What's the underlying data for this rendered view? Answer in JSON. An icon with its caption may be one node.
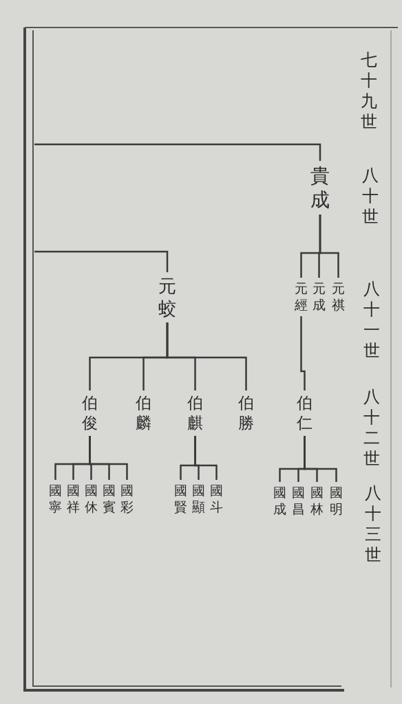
{
  "diagram": {
    "nodes": [
      {
        "text": [
          "貴成"
        ]
      },
      {
        "text": [
          "元蛟"
        ]
      },
      {
        "text": [
          "元經"
        ]
      },
      {
        "text": [
          "元成"
        ]
      },
      {
        "text": [
          "元祺"
        ]
      },
      {
        "text": [
          "伯俊"
        ]
      },
      {
        "text": [
          "伯麟"
        ]
      },
      {
        "text": [
          "伯麒"
        ]
      },
      {
        "text": [
          "伯勝"
        ]
      },
      {
        "text": [
          "伯仁"
        ]
      },
      {
        "text": [
          "國寧"
        ]
      },
      {
        "text": [
          "國祥"
        ]
      },
      {
        "text": [
          "國休"
        ]
      },
      {
        "text": [
          "國賓"
        ]
      },
      {
        "text": [
          "國彩"
        ]
      },
      {
        "text": [
          "國賢"
        ]
      },
      {
        "text": [
          "國顯"
        ]
      },
      {
        "text": [
          "國斗"
        ]
      },
      {
        "text": [
          "國成"
        ]
      },
      {
        "text": [
          "國昌"
        ]
      },
      {
        "text": [
          "國林"
        ]
      },
      {
        "text": [
          "國明"
        ]
      }
    ],
    "edges": [
      {
        "from": null,
        "to": 0,
        "arrow": "none"
      },
      {
        "from": null,
        "to": 1,
        "arrow": "none"
      },
      {
        "from": 0,
        "to": 2,
        "arrow": "none"
      },
      {
        "from": 0,
        "to": 3,
        "arrow": "none"
      },
      {
        "from": 0,
        "to": 4,
        "arrow": "none"
      },
      {
        "from": 1,
        "to": 5,
        "arrow": "none"
      },
      {
        "from": 1,
        "to": 6,
        "arrow": "none"
      },
      {
        "from": 1,
        "to": 7,
        "arrow": "none"
      },
      {
        "from": 1,
        "to": 8,
        "arrow": "none"
      },
      {
        "from": 2,
        "to": 9,
        "arrow": "none"
      },
      {
        "from": 5,
        "to": 10,
        "arrow": "none"
      },
      {
        "from": 5,
        "to": 11,
        "arrow": "none"
      },
      {
        "from": 5,
        "to": 12,
        "arrow": "none"
      },
      {
        "from": 5,
        "to": 13,
        "arrow": "none"
      },
      {
        "from": 5,
        "to": 14,
        "arrow": "none"
      },
      {
        "from": 7,
        "to": 15,
        "arrow": "none"
      },
      {
        "from": 7,
        "to": 16,
        "arrow": "none"
      },
      {
        "from": 7,
        "to": 17,
        "arrow": "none"
      },
      {
        "from": 9,
        "to": 18,
        "arrow": "none"
      },
      {
        "from": 9,
        "to": 19,
        "arrow": "none"
      },
      {
        "from": 9,
        "to": 20,
        "arrow": "none"
      },
      {
        "from": 9,
        "to": 21,
        "arrow": "none"
      }
    ],
    "labels": [
      "七十九世",
      "八十世",
      "八十一世",
      "八十二世",
      "八十三世"
    ]
  }
}
